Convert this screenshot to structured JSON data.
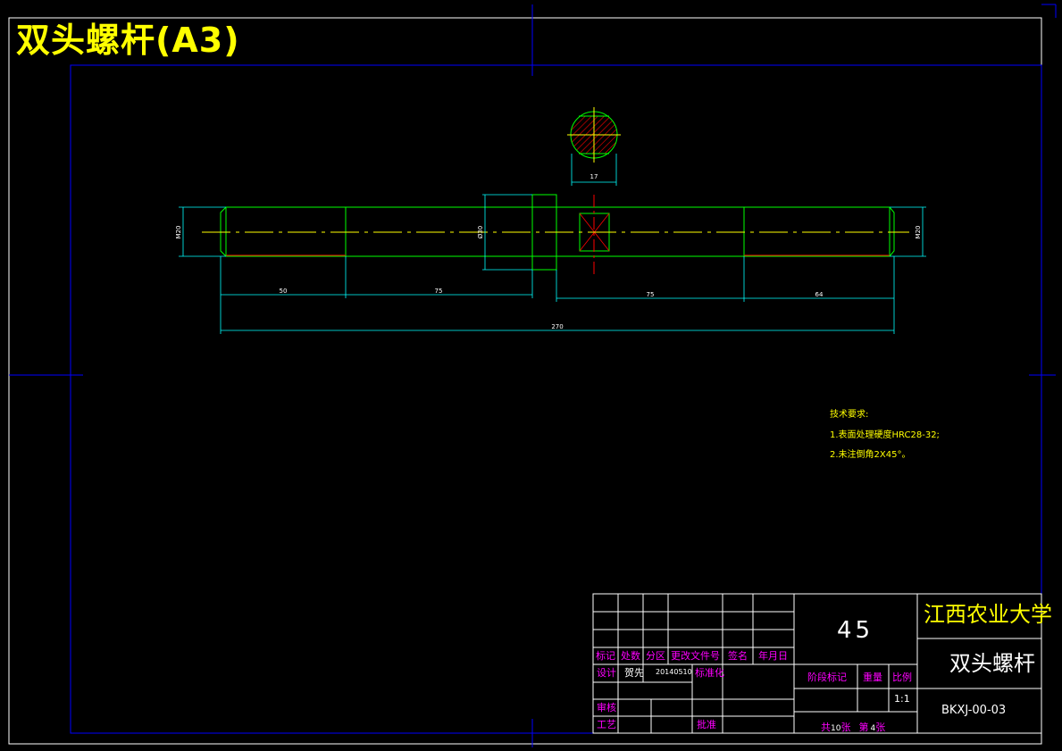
{
  "title_banner": "双头螺杆(A3)",
  "dimensions": {
    "section_width": "17",
    "left_thread": "M20",
    "collar_dia": "Ø30",
    "right_thread": "M20",
    "len_left": "50",
    "len_mid_left": "75",
    "len_mid_right": "75",
    "len_right": "64",
    "len_total": "270"
  },
  "technical_notes": {
    "heading": "技术要求:",
    "items": [
      "1.表面处理硬度HRC28-32;",
      "2.未注倒角2X45°。"
    ]
  },
  "title_block": {
    "material": "45",
    "organization": "江西农业大学",
    "part_name": "双头螺杆",
    "drawing_number": "BKXJ-00-03",
    "rev_headers": [
      "标记",
      "处数",
      "分区",
      "更改文件号",
      "签名",
      "年月日"
    ],
    "design_label": "设计",
    "designer": "贺先",
    "design_date": "20140510",
    "standardize_label": "标准化",
    "review_label": "审核",
    "process_label": "工艺",
    "approve_label": "批准",
    "stage_label": "阶段标记",
    "weight_label": "重量",
    "scale_label": "比例",
    "scale_value": "1:1",
    "sheet_total_label": "共",
    "sheet_total": "10",
    "sheet_unit1": "张",
    "sheet_current_label": "第",
    "sheet_current": "4",
    "sheet_unit2": "张"
  },
  "colors": {
    "background": "#000000",
    "outline": "#00ff00",
    "dimension": "#00ffff",
    "centerline": "#ffff00",
    "hatch": "#ff0000",
    "frame": "#0000ff",
    "border": "#ffffff",
    "label": "#ff00ff",
    "title": "#ffff00"
  }
}
